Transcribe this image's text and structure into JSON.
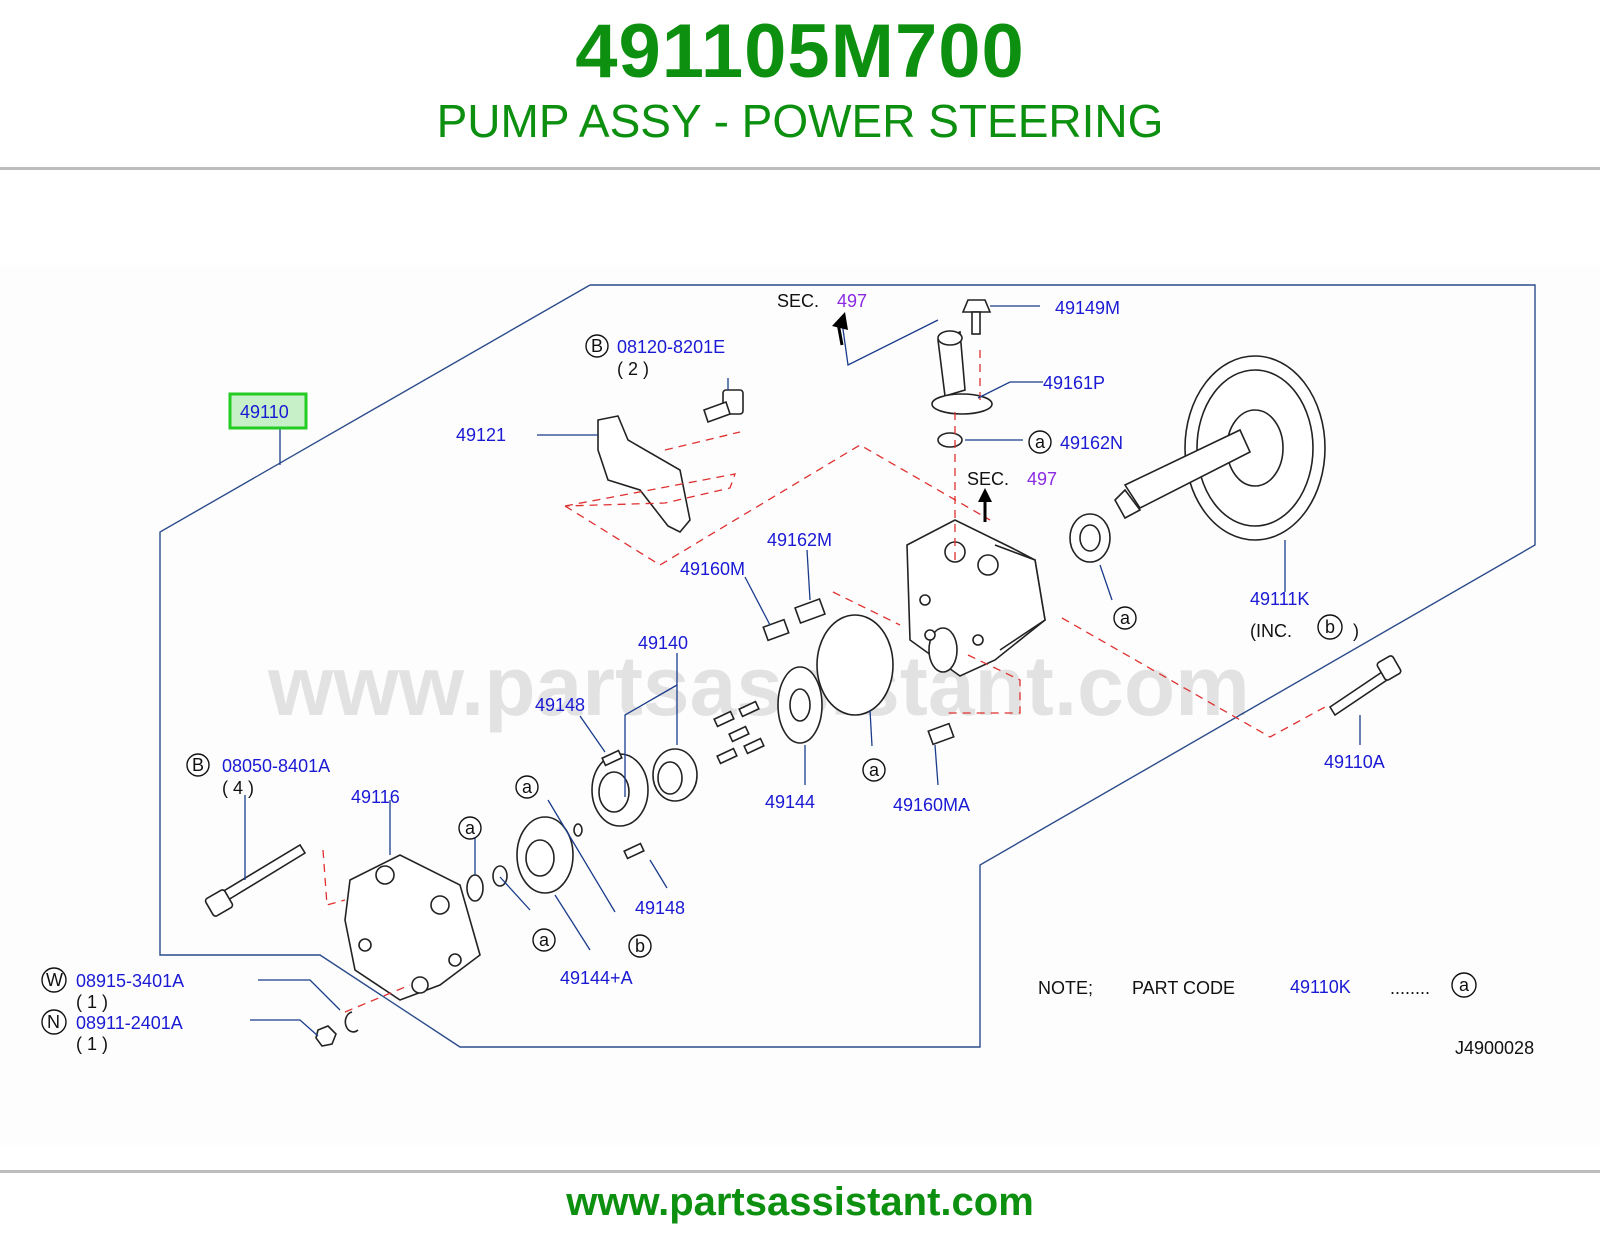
{
  "header": {
    "part_number": "491105M700",
    "part_name": "PUMP ASSY - POWER STEERING"
  },
  "footer": {
    "url": "www.partsassistant.com"
  },
  "watermark": "www.partsassistant.com",
  "diagram": {
    "sec_label": "SEC.",
    "sec_ref": "497",
    "highlighted_part": "49110",
    "callouts": {
      "c49110": "49110",
      "c49121": "49121",
      "c08120": "08120-8201E",
      "c08120_qty": "( 2 )",
      "c49149M": "49149M",
      "c49161P": "49161P",
      "c49162N": "49162N",
      "c49162M": "49162M",
      "c49160M": "49160M",
      "c49111K": "49111K",
      "inc_open": "(INC.",
      "inc_close": ")",
      "c49140": "49140",
      "c49148a": "49148",
      "c49148b": "49148",
      "c49144": "49144",
      "c49160MA": "49160MA",
      "c49110A": "49110A",
      "c08050": "08050-8401A",
      "c08050_qty": "( 4 )",
      "c49116": "49116",
      "c49144A": "49144+A",
      "c08915": "08915-3401A",
      "c08915_qty": "( 1 )",
      "c08911": "08911-2401A",
      "c08911_qty": "( 1 )"
    },
    "circle_letters": {
      "a": "a",
      "b": "b",
      "B": "B",
      "W": "W",
      "N": "N"
    },
    "note": {
      "label": "NOTE;",
      "part_code_label": "PART  CODE",
      "code": "49110K",
      "dots": "........"
    },
    "drawing_id": "J4900028"
  },
  "colors": {
    "green": "#0d9010",
    "callout_blue": "#1a1ad4",
    "sec_purple": "#8a2be2",
    "dash_red": "#e03030",
    "highlight_green": "#22cc22"
  }
}
